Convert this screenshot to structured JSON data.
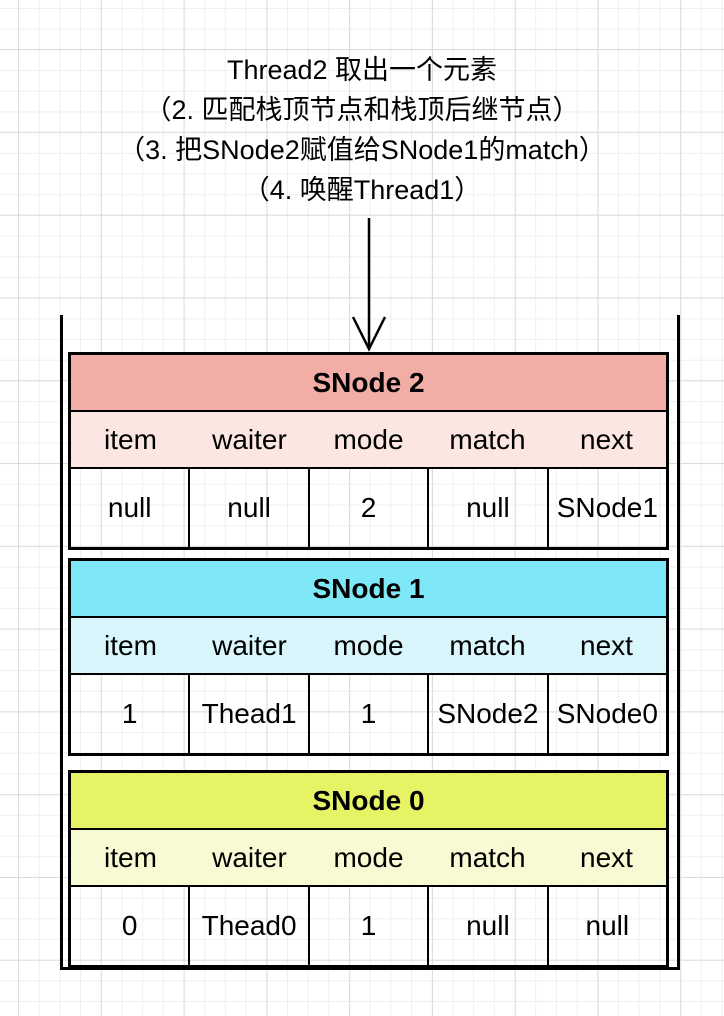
{
  "title": {
    "lines": [
      "Thread2 取出一个元素",
      "（2. 匹配栈顶节点和栈顶后继节点）",
      "（3. 把SNode2赋值给SNode1的match）",
      "（4. 唤醒Thread1）"
    ]
  },
  "colors": {
    "border": "#000000",
    "grid_minor": "#efefef",
    "grid_major": "#dcdcdc",
    "snode2_header": "#F2AEA6",
    "snode2_labels": "#FBE6E2",
    "snode1_header": "#7FE8F8",
    "snode1_labels": "#D8F6FC",
    "snode0_header": "#E6F365",
    "snode0_labels": "#F7FAD2"
  },
  "stack": {
    "columns": [
      "item",
      "waiter",
      "mode",
      "match",
      "next"
    ],
    "nodes": [
      {
        "name": "SNode 2",
        "header_color": "#F2AEA6",
        "label_color": "#FBE6E2",
        "values": [
          "null",
          "null",
          "2",
          "null",
          "SNode1"
        ]
      },
      {
        "name": "SNode 1",
        "header_color": "#7FE8F8",
        "label_color": "#D8F6FC",
        "values": [
          "1",
          "Thead1",
          "1",
          "SNode2",
          "SNode0"
        ]
      },
      {
        "name": "SNode 0",
        "header_color": "#E6F365",
        "label_color": "#F7FAD2",
        "values": [
          "0",
          "Thead0",
          "1",
          "null",
          "null"
        ]
      }
    ]
  }
}
